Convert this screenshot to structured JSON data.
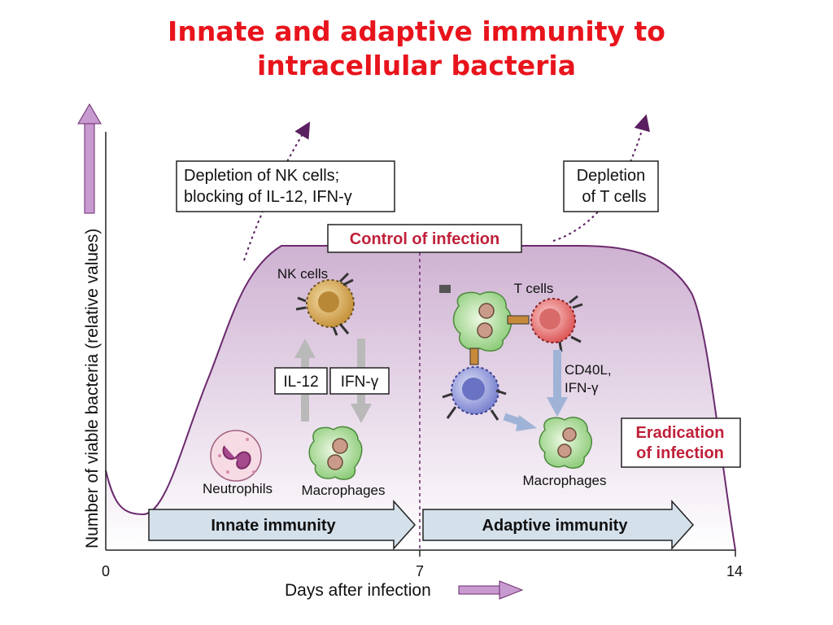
{
  "title": {
    "line1": "Innate and adaptive immunity to",
    "line2": "intracellular bacteria"
  },
  "axes": {
    "y_label": "Number of viable bacteria (relative values)",
    "x_label": "Days after infection",
    "x_ticks": [
      "0",
      "7",
      "14"
    ]
  },
  "boxes": {
    "depletion_nk_line1": "Depletion of NK cells;",
    "depletion_nk_line2": "blocking of IL-12, IFN-γ",
    "depletion_t_line1": "Depletion",
    "depletion_t_line2": "of T cells",
    "control": "Control of infection",
    "eradication_line1": "Eradication",
    "eradication_line2": "of infection"
  },
  "cells": {
    "nk": "NK cells",
    "t": "T cells",
    "neutrophils": "Neutrophils",
    "macrophages_innate": "Macrophages",
    "macrophages_adaptive": "Macrophages"
  },
  "cytokines": {
    "il12": "IL-12",
    "ifn": "IFN-γ",
    "cd40l_line1": "CD40L,",
    "cd40l_line2": "IFN-γ"
  },
  "phases": {
    "innate": "Innate immunity",
    "adaptive": "Adaptive immunity"
  },
  "colors": {
    "title": "#e8141c",
    "curve": "#6b2a6e",
    "fill_top": "#c8a8cc",
    "accent_red": "#c0203a",
    "phase_fill": "#d4e0ea",
    "axis_arrow": "#c79ad0"
  }
}
